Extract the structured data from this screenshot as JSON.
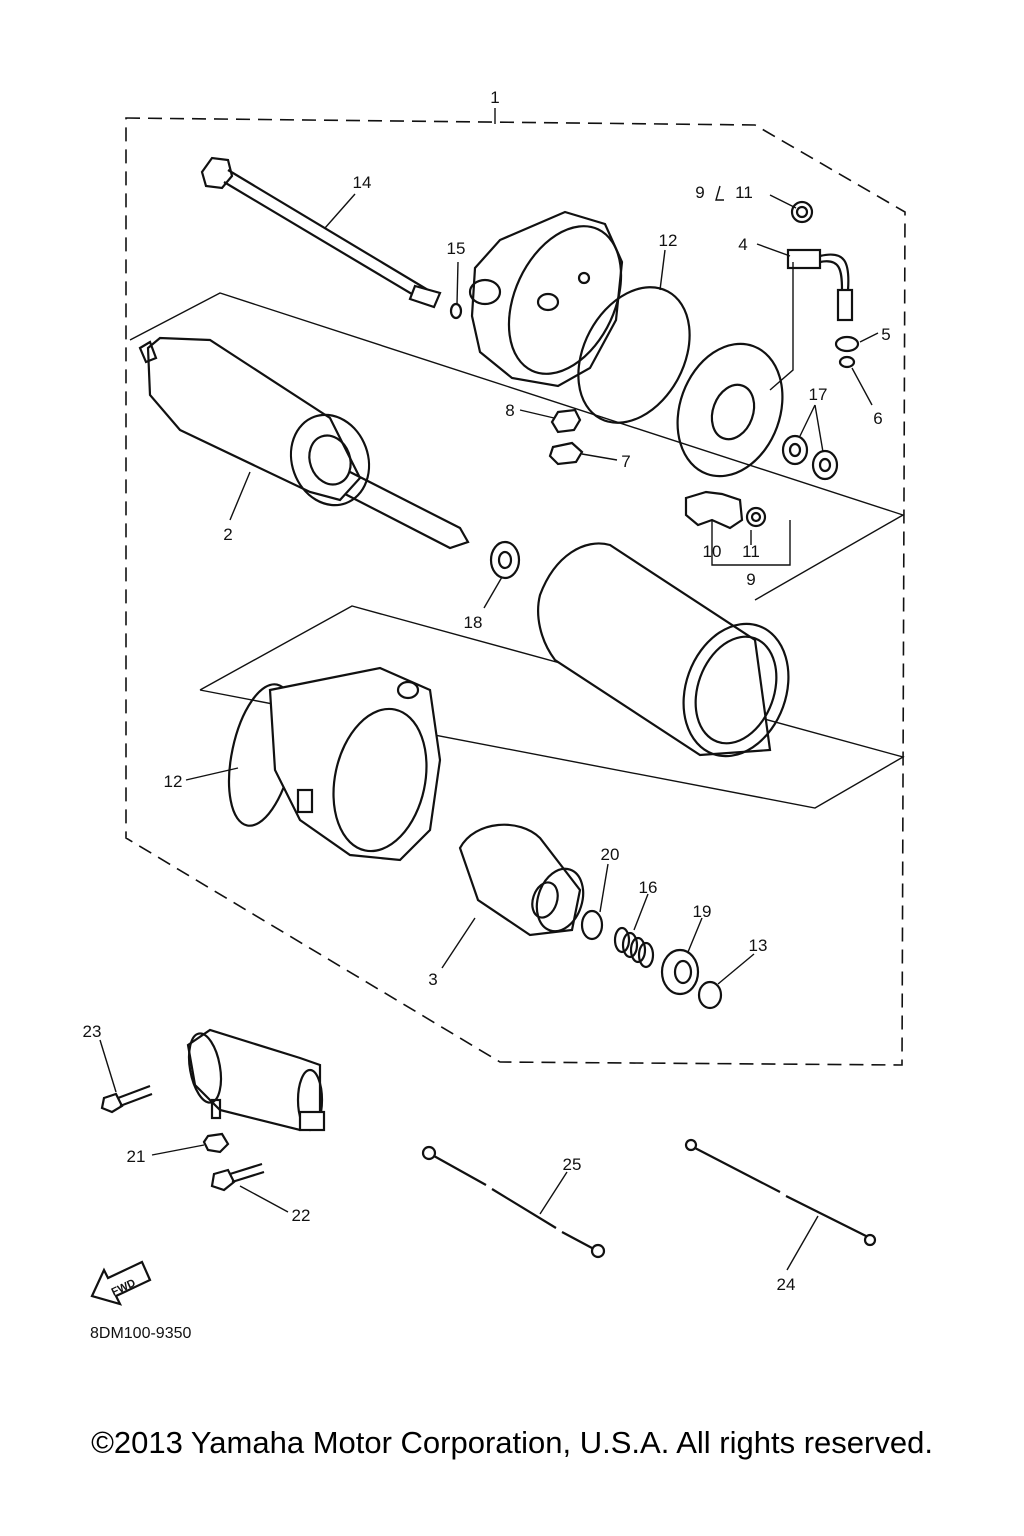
{
  "callouts": {
    "c1": "1",
    "c2": "2",
    "c3": "3",
    "c4": "4",
    "c5": "5",
    "c6": "6",
    "c7": "7",
    "c8": "8",
    "c9": "9",
    "c9b": "9",
    "c10": "10",
    "c11": "11",
    "c11b": "11",
    "c12a": "12",
    "c12b": "12",
    "c13": "13",
    "c14": "14",
    "c15": "15",
    "c16": "16",
    "c17": "17",
    "c18": "18",
    "c19": "19",
    "c20": "20",
    "c21": "21",
    "c22": "22",
    "c23": "23",
    "c24": "24",
    "c25": "25"
  },
  "fwd_label": "FWD",
  "diagram_code": "8DM100-9350",
  "copyright": "©2013 Yamaha Motor Corporation, U.S.A. All rights reserved."
}
